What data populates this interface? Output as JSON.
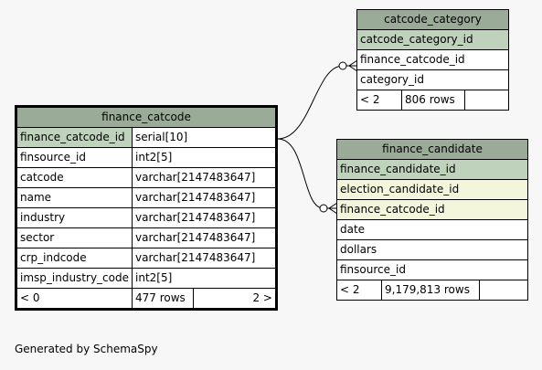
{
  "tables": {
    "finance_catcode": {
      "name": "finance_catcode",
      "columns": [
        {
          "name": "finance_catcode_id",
          "type": "serial[10]"
        },
        {
          "name": "finsource_id",
          "type": "int2[5]"
        },
        {
          "name": "catcode",
          "type": "varchar[2147483647]"
        },
        {
          "name": "name",
          "type": "varchar[2147483647]"
        },
        {
          "name": "industry",
          "type": "varchar[2147483647]"
        },
        {
          "name": "sector",
          "type": "varchar[2147483647]"
        },
        {
          "name": "crp_indcode",
          "type": "varchar[2147483647]"
        },
        {
          "name": "imsp_industry_code",
          "type": "int2[5]"
        }
      ],
      "footer": {
        "parents": "< 0",
        "rows": "477 rows",
        "children": "2 >"
      }
    },
    "catcode_category": {
      "name": "catcode_category",
      "columns": [
        "catcode_category_id",
        "finance_catcode_id",
        "category_id"
      ],
      "footer": {
        "parents": "< 2",
        "rows": "806 rows"
      }
    },
    "finance_candidate": {
      "name": "finance_candidate",
      "columns": [
        "finance_candidate_id",
        "election_candidate_id",
        "finance_catcode_id",
        "date",
        "dollars",
        "finsource_id"
      ],
      "footer": {
        "parents": "< 2",
        "rows": "9,179,813 rows"
      }
    }
  },
  "footer_text": "Generated by SchemaSpy",
  "colors": {
    "header": "#9aac98",
    "primary_key": "#bfd2bb",
    "foreign_key": "#f4f6dc",
    "background": "#f7f7f7"
  }
}
